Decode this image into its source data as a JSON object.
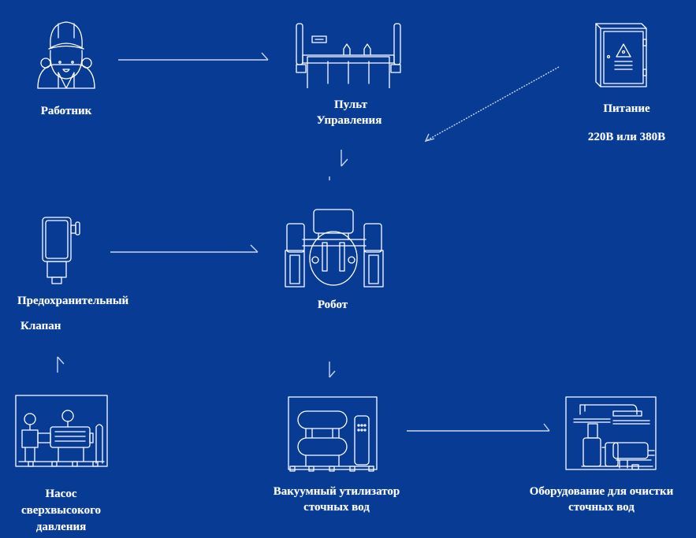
{
  "diagram": {
    "colors": {
      "background": "#073b94",
      "stroke": "#ffffff",
      "arrow": "#c9d5ec"
    },
    "nodes": [
      {
        "id": "worker",
        "icon": "worker-icon",
        "label_lines": [
          "Работник"
        ]
      },
      {
        "id": "control-panel",
        "icon": "control-panel-icon",
        "label_lines": [
          "Пульт",
          "Управления"
        ]
      },
      {
        "id": "power",
        "icon": "electrical-cabinet-icon",
        "label_lines": [
          "Питание",
          "220В или 380В"
        ]
      },
      {
        "id": "safety-valve",
        "icon": "safety-valve-icon",
        "label_lines": [
          "Предохранительный",
          "Клапан"
        ]
      },
      {
        "id": "robot",
        "icon": "robot-icon",
        "label_lines": [
          "Робот"
        ]
      },
      {
        "id": "pump",
        "icon": "pump-icon",
        "label_lines": [
          "Насос",
          "сверхвысокого",
          "давления"
        ]
      },
      {
        "id": "vacuum-utilizer",
        "icon": "vacuum-utilizer-icon",
        "label_lines": [
          "Вакуумный утилизатор",
          "сточных вод"
        ]
      },
      {
        "id": "treatment-equipment",
        "icon": "treatment-equipment-icon",
        "label_lines": [
          "Оборудование для очистки",
          "сточных вод"
        ]
      }
    ],
    "edges": [
      {
        "from": "worker",
        "to": "control-panel"
      },
      {
        "from": "power",
        "to": "control-panel"
      },
      {
        "from": "control-panel",
        "to": "robot"
      },
      {
        "from": "safety-valve",
        "to": "robot"
      },
      {
        "from": "robot",
        "to": "vacuum-utilizer"
      },
      {
        "from": "pump",
        "to": "safety-valve"
      },
      {
        "from": "vacuum-utilizer",
        "to": "treatment-equipment"
      }
    ]
  }
}
